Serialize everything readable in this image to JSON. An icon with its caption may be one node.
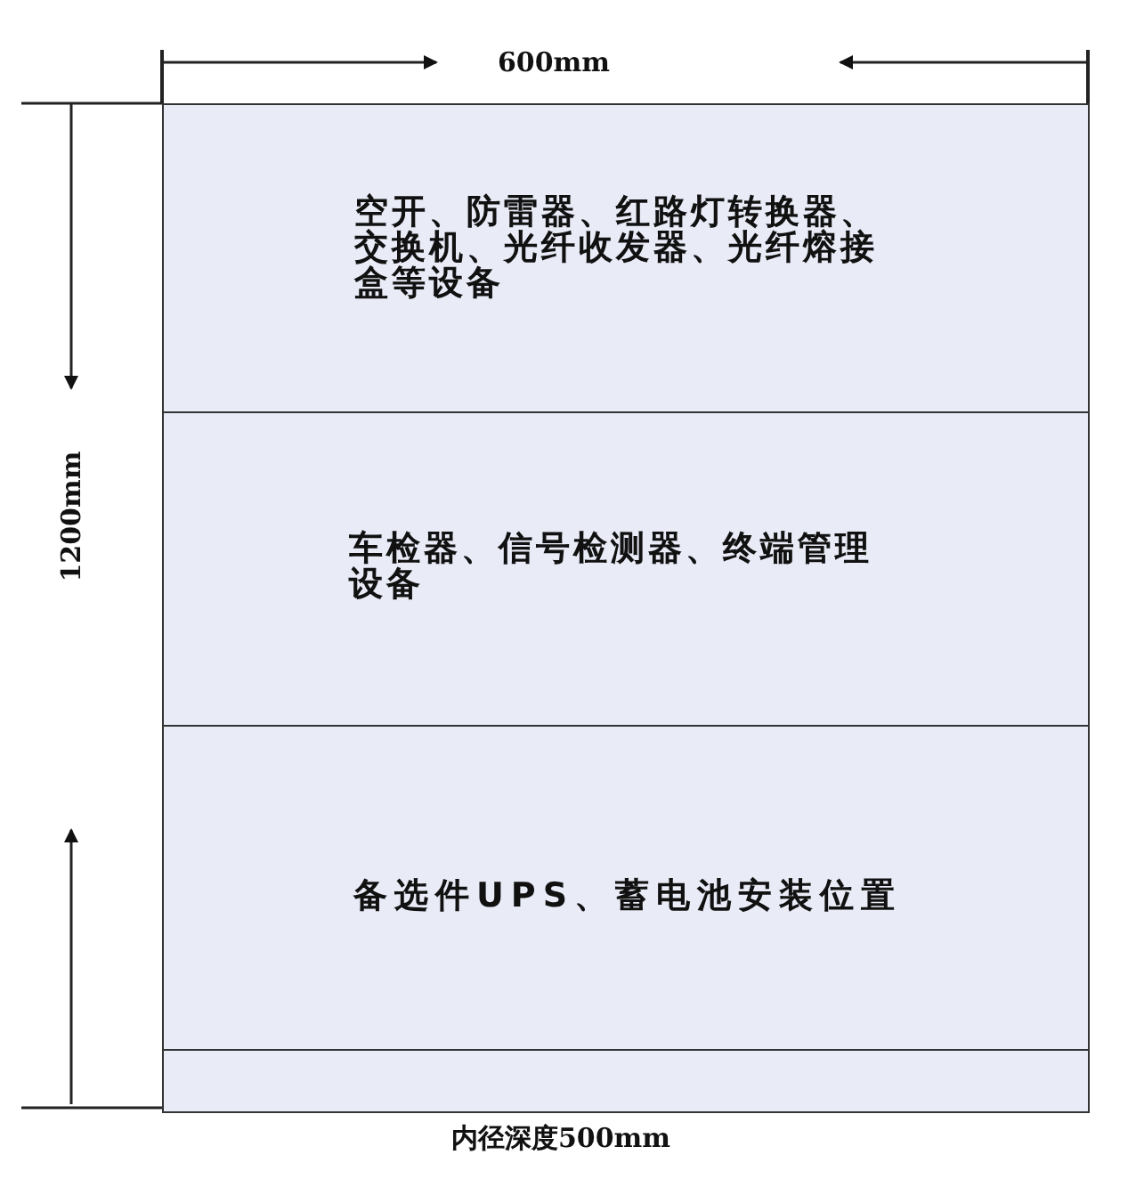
{
  "diagram": {
    "nodes": [
      {
        "text": [],
        "shape": "box"
      },
      {
        "text": [
          "空开、防雷器、红路灯转换器、交换机、光纤收发器、光纤熔接盒等设备"
        ],
        "in": 0
      },
      {
        "text": [
          "车检器、信号检测器、终端管理设备"
        ],
        "in": 0
      },
      {
        "text": [
          "备选件UPS、蓄电池安装位置"
        ],
        "in": 0
      },
      {
        "text": [],
        "shape": "box",
        "in": 0
      }
    ],
    "edges": [],
    "labels": [
      "600mm",
      "1200mm",
      "内径深度500mm"
    ]
  }
}
